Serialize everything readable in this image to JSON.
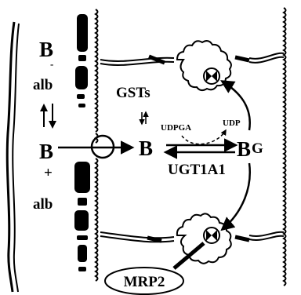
{
  "labels": {
    "b_minus": "B",
    "minus_sign": "-",
    "alb_top": "alb",
    "b_plus": "B",
    "plus_sign": "+",
    "alb_bottom": "alb",
    "gsts": "GSTs",
    "udpga": "UDPGA",
    "udp": "UDP",
    "b_center": "B",
    "bg_b": "B",
    "bg_g": "G",
    "ugt": "UGT1A1",
    "mrp2": "MRP2"
  },
  "colors": {
    "ink": "#000000",
    "paper": "#ffffff"
  }
}
